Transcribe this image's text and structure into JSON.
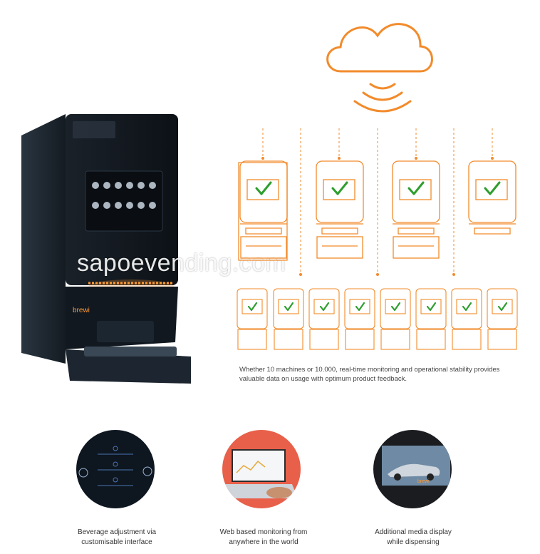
{
  "brand": {
    "name": "brewi"
  },
  "watermark": {
    "text": "sapoevending.com"
  },
  "description": {
    "line1": "Whether 10 machines or 10.000, real-time monitoring and operational stability provides",
    "line2": "valuable data on usage with optimum product feedback."
  },
  "features": [
    {
      "line1": "Beverage adjustment via",
      "line2": "customisable interface"
    },
    {
      "line1": "Web based monitoring from",
      "line2": "anywhere in the world"
    },
    {
      "line1": "Additional media display",
      "line2": "while dispensing"
    }
  ],
  "colors": {
    "accent": "#f28b2b",
    "machine": "#1d2630",
    "check": "#2e9e2e"
  },
  "icons": [
    "cloud-icon",
    "wifi-signal-icon",
    "check-icon"
  ]
}
